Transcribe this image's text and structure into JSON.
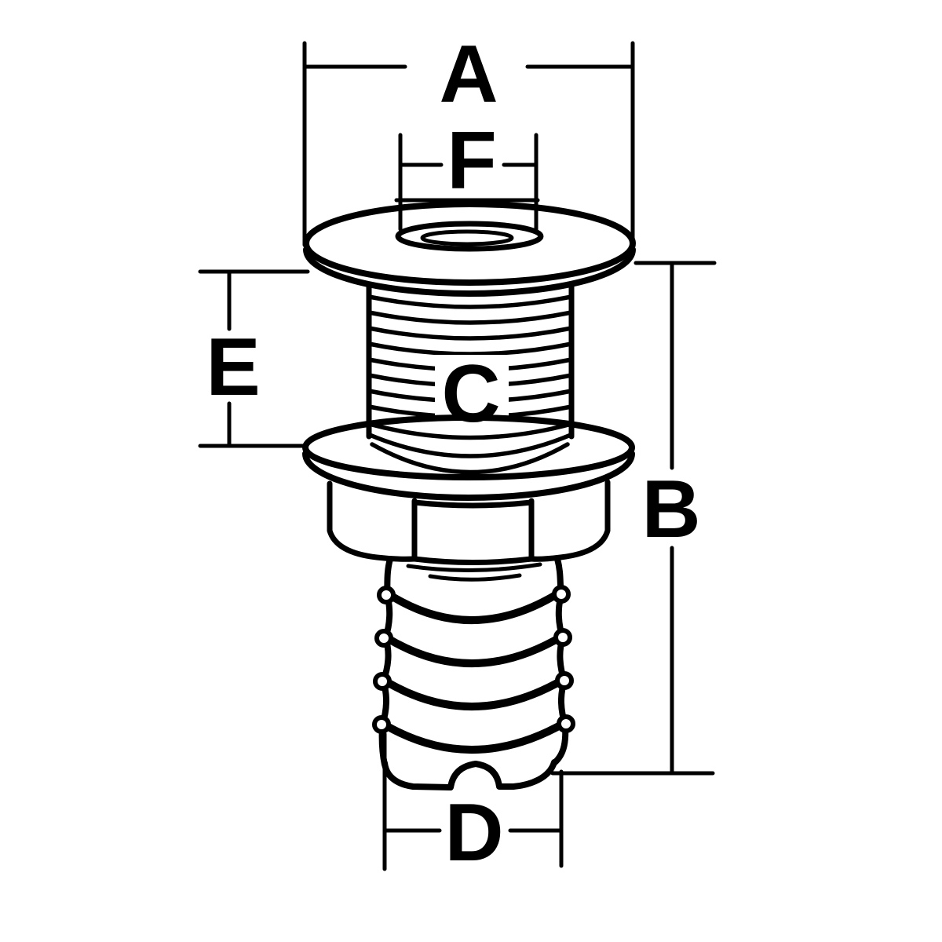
{
  "diagram": {
    "colors": {
      "line": "#000000",
      "background": "#ffffff"
    },
    "labels": {
      "a": "A",
      "f": "F",
      "c": "C",
      "e": "E",
      "b": "B",
      "d": "D"
    }
  }
}
